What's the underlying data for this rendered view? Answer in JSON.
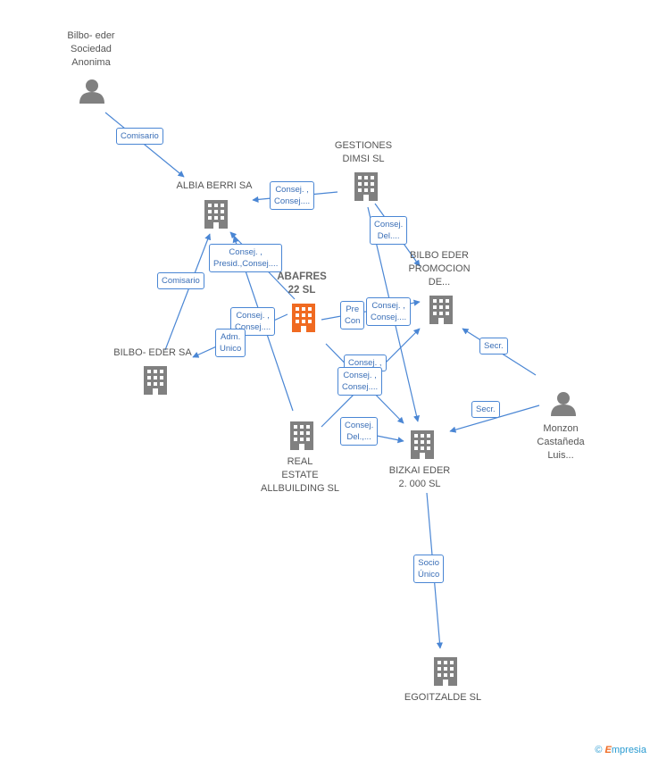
{
  "nodes": {
    "bilbo_eder_sa_top": {
      "label_lines": [
        "Bilbo- eder",
        "Sociedad",
        "Anonima"
      ],
      "type": "person"
    },
    "albia_berri": {
      "label_lines": [
        "ALBIA BERRI SA"
      ],
      "type": "company"
    },
    "gestiones_dimsi": {
      "label_lines": [
        "GESTIONES",
        "DIMSI SL"
      ],
      "type": "company"
    },
    "abafres": {
      "label_lines": [
        "ABAFRES",
        "22 SL"
      ],
      "type": "company-focus"
    },
    "bilbo_eder_promocion": {
      "label_lines": [
        "BILBO EDER",
        "PROMOCION",
        "DE..."
      ],
      "type": "company"
    },
    "bilbo_eder_sa": {
      "label_lines": [
        "BILBO- EDER SA"
      ],
      "type": "company"
    },
    "real_estate": {
      "label_lines": [
        "REAL",
        "ESTATE",
        "ALLBUILDING SL"
      ],
      "type": "company"
    },
    "bizkai_eder": {
      "label_lines": [
        "BIZKAI EDER",
        "2. 000 SL"
      ],
      "type": "company"
    },
    "monzon": {
      "label_lines": [
        "Monzon",
        "Castañeda",
        "Luis..."
      ],
      "type": "person"
    },
    "egoitzalde": {
      "label_lines": [
        "EGOITZALDE SL"
      ],
      "type": "company"
    }
  },
  "edge_labels": {
    "comisario_top": [
      "Comisario"
    ],
    "gestiones_albia": [
      "Consej. ,",
      "Consej...."
    ],
    "abafres_albia": [
      "Consej. ,",
      "Presid.,Consej...."
    ],
    "comisario_left": [
      "Comisario"
    ],
    "abafres_consej": [
      "Consej. ,",
      "Consej...."
    ],
    "adm_unico": [
      "Adm.",
      "Unico"
    ],
    "gestiones_bizkai": [
      "Consej.",
      "Del...."
    ],
    "abafres_promocion": [
      "Pre",
      "Con"
    ],
    "gestiones_promocion": [
      "Consej. ,",
      "Consej...."
    ],
    "secr_promocion": [
      "Secr."
    ],
    "consej_stack1": [
      "Consej. ,"
    ],
    "consej_stack2": [
      "Consej. ,",
      "Consej...."
    ],
    "consej_del_bottom": [
      "Consej.",
      "Del.,..."
    ],
    "secr_bizkai": [
      "Secr."
    ],
    "socio_unico": [
      "Socio",
      "Único"
    ]
  },
  "footer": {
    "copyright": "©",
    "brand_first": "E",
    "brand_rest": "mpresia"
  },
  "colors": {
    "edge": "#4a86d4",
    "company": "#808080",
    "focus": "#f06a21"
  }
}
